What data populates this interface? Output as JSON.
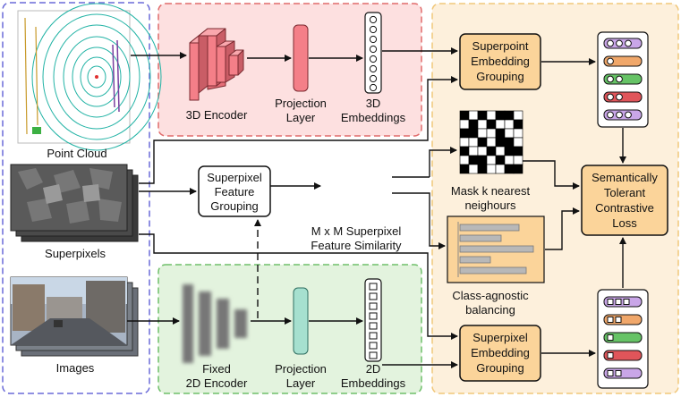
{
  "labels": {
    "point_cloud": "Point Cloud",
    "superpixels": "Superpixels",
    "images": "Images",
    "encoder_3d": "3D Encoder",
    "projection_top_1": "Projection",
    "projection_top_2": "Layer",
    "embeddings_3d_1": "3D",
    "embeddings_3d_2": "Embeddings",
    "encoder_2d_1": "Fixed",
    "encoder_2d_2": "2D Encoder",
    "projection_bot_1": "Projection",
    "projection_bot_2": "Layer",
    "embeddings_2d_1": "2D",
    "embeddings_2d_2": "Embeddings",
    "superpoint_1": "Superpoint",
    "superpoint_2": "Embedding",
    "superpoint_3": "Grouping",
    "superpixel_feat_1": "Superpixel",
    "superpixel_feat_2": "Feature",
    "superpixel_feat_3": "Grouping",
    "similarity_1": "M x M Superpixel",
    "similarity_2": "Feature Similarity",
    "mask_1": "Mask k nearest",
    "mask_2": "neighours",
    "balancing_1": "Class-agnostic",
    "balancing_2": "balancing",
    "superpixel_emb_1": "Superpixel",
    "superpixel_emb_2": "Embedding",
    "superpixel_emb_3": "Grouping",
    "loss_1": "Semantically",
    "loss_2": "Tolerant",
    "loss_3": "Contrastive",
    "loss_4": "Loss"
  },
  "colors": {
    "panel_purple": "#6a6ad8",
    "panel_red_fill": "#fde0e0",
    "panel_red_stroke": "#e06a6a",
    "panel_green_fill": "#e3f3de",
    "panel_green_stroke": "#6fbf6a",
    "panel_orange_fill": "#fdf0dc",
    "panel_orange_stroke": "#f0c77a",
    "encoder_red": "#f47f88",
    "encoder_teal": "#a6e0cf",
    "box_orange": "#fbd49a"
  }
}
